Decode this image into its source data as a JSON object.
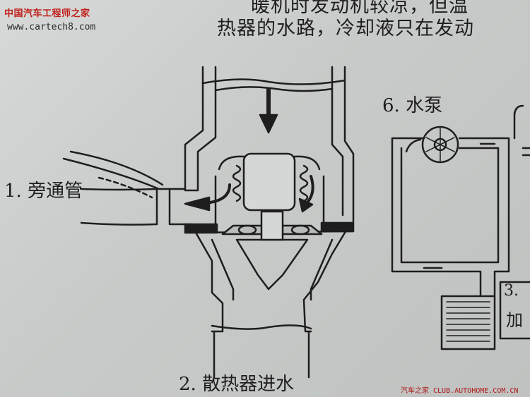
{
  "watermark": {
    "site_name": "中国汽车工程师之家",
    "site_url": "www.cartech8.com",
    "bottom_credit": "汽车之家 CLUB.AUTOHOME.COM.CN"
  },
  "page_text": {
    "line1_partial": "暖机时发动机较凉，但温",
    "line2_partial": "热器的水路，冷却液只在发动"
  },
  "labels": {
    "bypass_pipe": "1. 旁通管",
    "radiator_inlet": "2. 散热器进水",
    "water_pump": "6. 水泵",
    "item3_number": "3.",
    "item3_partial": "加"
  },
  "colors": {
    "paper": "#c9ccca",
    "ink": "#1e1e1e",
    "watermark_red": "#c0201c"
  }
}
